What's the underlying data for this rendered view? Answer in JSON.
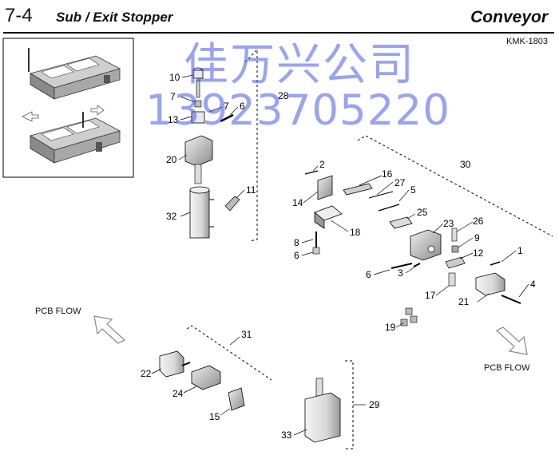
{
  "header": {
    "section_number": "7-4",
    "section_title": "Sub / Exit Stopper",
    "category": "Conveyor",
    "model_code": "KMK-1803"
  },
  "watermark": {
    "line1": "佳万兴公司",
    "line2": "13923705220",
    "color": "#4a5ae6"
  },
  "flow_labels": {
    "left": "PCB FLOW",
    "right": "PCB FLOW"
  },
  "part_labels": {
    "p10": "10",
    "p7a": "7",
    "p13": "13",
    "p7b": "7",
    "p6a": "6",
    "p28": "28",
    "p20": "20",
    "p11": "11",
    "p32": "32",
    "p2": "2",
    "p16": "16",
    "p30": "30",
    "p14": "14",
    "p27": "27",
    "p5": "5",
    "p25": "25",
    "p18": "18",
    "p23": "23",
    "p26": "26",
    "p8": "8",
    "p6b": "6",
    "p9": "9",
    "p1": "1",
    "p12": "12",
    "p6c": "6",
    "p3": "3",
    "p17": "17",
    "p21": "21",
    "p4": "4",
    "p19": "19",
    "p31": "31",
    "p22": "22",
    "p24": "24",
    "p15": "15",
    "p29": "29",
    "p33": "33"
  }
}
